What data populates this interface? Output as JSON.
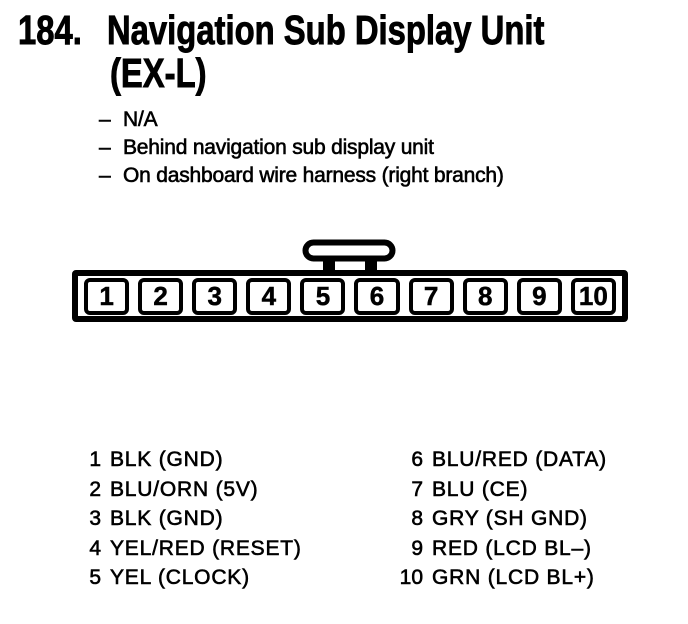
{
  "colors": {
    "ink": "#000000",
    "paper": "#ffffff"
  },
  "header": {
    "number": "184.",
    "title_line1": "Navigation Sub Display Unit",
    "title_line2": "(EX-L)",
    "dash": "–",
    "notes": [
      "N/A",
      "Behind navigation sub display unit",
      "On dashboard wire harness (right branch)"
    ]
  },
  "connector": {
    "pins": [
      "1",
      "2",
      "3",
      "4",
      "5",
      "6",
      "7",
      "8",
      "9",
      "10"
    ]
  },
  "pinout": {
    "left": [
      {
        "pin": "1",
        "label": "BLK (GND)"
      },
      {
        "pin": "2",
        "label": "BLU/ORN (5V)"
      },
      {
        "pin": "3",
        "label": "BLK (GND)"
      },
      {
        "pin": "4",
        "label": "YEL/RED (RESET)"
      },
      {
        "pin": "5",
        "label": "YEL (CLOCK)"
      }
    ],
    "right": [
      {
        "pin": "6",
        "label": "BLU/RED (DATA)"
      },
      {
        "pin": "7",
        "label": "BLU (CE)"
      },
      {
        "pin": "8",
        "label": "GRY (SH GND)"
      },
      {
        "pin": "9",
        "label": "RED (LCD BL–)"
      },
      {
        "pin": "10",
        "label": "GRN (LCD BL+)"
      }
    ]
  }
}
